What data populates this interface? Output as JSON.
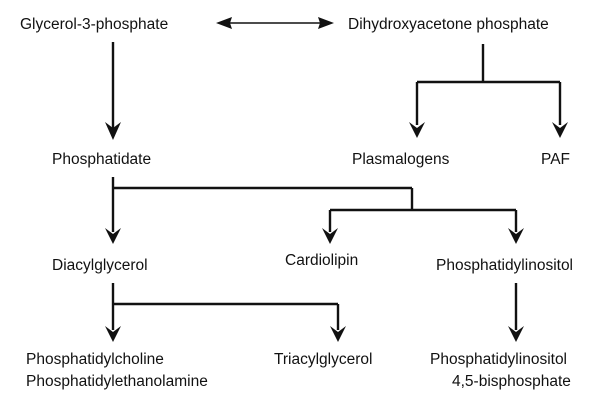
{
  "nodes": {
    "glycerol3p": "Glycerol-3-phosphate",
    "dhap": "Dihydroxyacetone phosphate",
    "phosphatidate": "Phosphatidate",
    "plasmalogens": "Plasmalogens",
    "paf": "PAF",
    "diacylglycerol": "Diacylglycerol",
    "cardiolipin": "Cardiolipin",
    "phosphatidylinositol": "Phosphatidylinositol",
    "phosphatidylcholine": "Phosphatidylcholine",
    "phosphatidylethanolamine": "Phosphatidylethanolamine",
    "triacylglycerol": "Triacylglycerol",
    "pip2_line1": "Phosphatidylinositol",
    "pip2_line2": "4,5-bisphosphate"
  }
}
